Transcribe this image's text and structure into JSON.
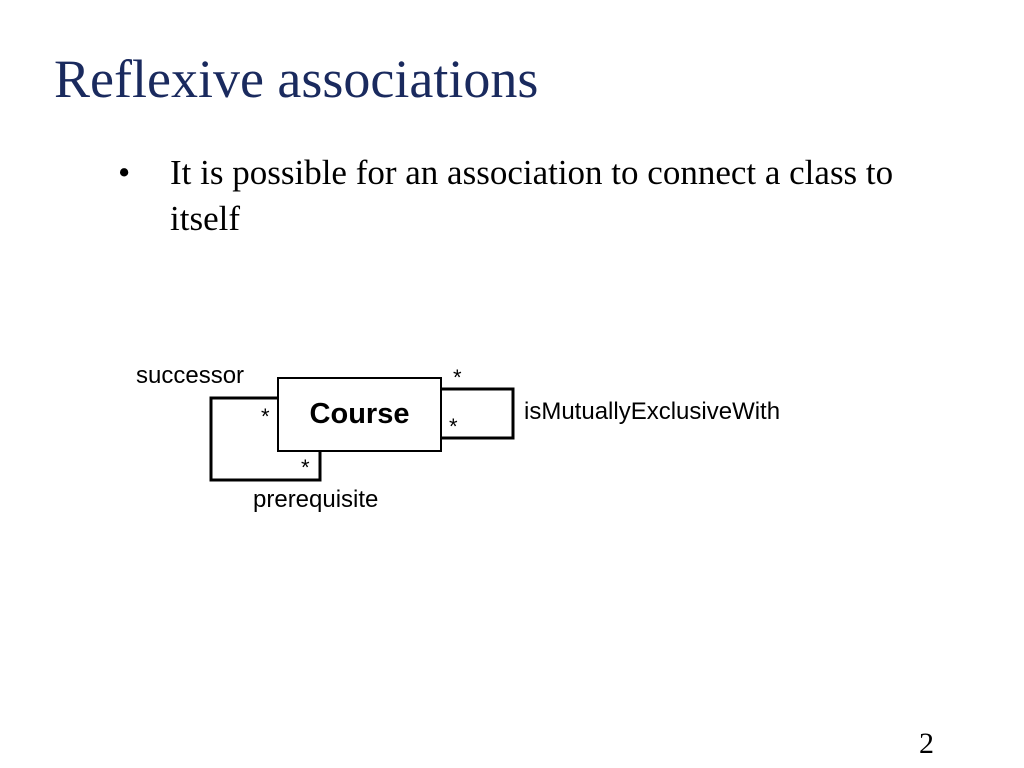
{
  "slide": {
    "title": "Reflexive associations",
    "bullets": [
      {
        "marker": "•",
        "text": "It is possible for an association to connect a class to itself"
      }
    ],
    "page_number": "2"
  },
  "diagram": {
    "class_name": "Course",
    "associations": [
      {
        "name": "prerequisite_association",
        "role_label_top": "successor",
        "role_label_bottom": "prerequisite",
        "multiplicity_left": "*",
        "multiplicity_bottom": "*"
      },
      {
        "name": "mutual_exclusion_association",
        "association_label": "isMutuallyExclusiveWith",
        "multiplicity_top": "*",
        "multiplicity_right": "*"
      }
    ]
  }
}
